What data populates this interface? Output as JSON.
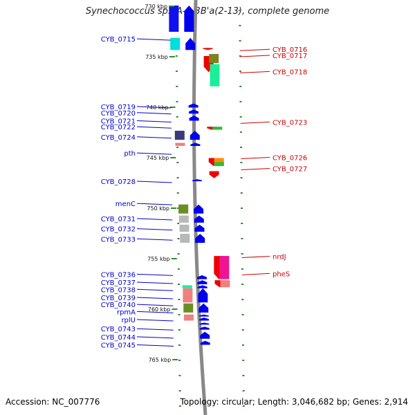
{
  "title": "Synechococcus sp. JA-2-3B'a(2-13), complete genome",
  "accession": "Accession: NC_007776",
  "summary": "Topology: circular; Length: 3,046,682 bp; Genes: 2,914",
  "colors": {
    "blue_label": "#0000cc",
    "red_label": "#cc0000",
    "backbone": "#888888",
    "tick": "#2e8b2e",
    "forward_gene": "#0000ee",
    "reverse_gene": "#ee0000"
  },
  "scale_labels": [
    {
      "text": "730 kbp",
      "kbp": 730
    },
    {
      "text": "735 kbp",
      "kbp": 735
    },
    {
      "text": "740 kbp",
      "kbp": 740
    },
    {
      "text": "745 kbp",
      "kbp": 745
    },
    {
      "text": "750 kbp",
      "kbp": 750
    },
    {
      "text": "755 kbp",
      "kbp": 755
    },
    {
      "text": "760 kbp",
      "kbp": 760
    },
    {
      "text": "765 kbp",
      "kbp": 765
    }
  ],
  "left_labels": [
    {
      "text": "CYB_0715",
      "kbp": 733.3
    },
    {
      "text": "CYB_0719",
      "kbp": 740.0
    },
    {
      "text": "CYB_0720",
      "kbp": 740.6
    },
    {
      "text": "CYB_0721",
      "kbp": 741.4
    },
    {
      "text": "CYB_0722",
      "kbp": 742.0
    },
    {
      "text": "CYB_0724",
      "kbp": 743.0
    },
    {
      "text": "pth",
      "kbp": 744.6
    },
    {
      "text": "CYB_0728",
      "kbp": 747.4
    },
    {
      "text": "menC",
      "kbp": 749.6
    },
    {
      "text": "CYB_0731",
      "kbp": 751.1
    },
    {
      "text": "CYB_0732",
      "kbp": 752.1
    },
    {
      "text": "CYB_0733",
      "kbp": 753.1
    },
    {
      "text": "CYB_0736",
      "kbp": 756.6
    },
    {
      "text": "CYB_0737",
      "kbp": 757.4
    },
    {
      "text": "CYB_0738",
      "kbp": 758.1
    },
    {
      "text": "CYB_0739",
      "kbp": 758.9
    },
    {
      "text": "CYB_0740",
      "kbp": 759.6
    },
    {
      "text": "rpmA",
      "kbp": 760.3
    },
    {
      "text": "rplU",
      "kbp": 761.1
    },
    {
      "text": "CYB_0743",
      "kbp": 762.0
    },
    {
      "text": "CYB_0744",
      "kbp": 762.8
    },
    {
      "text": "CYB_0745",
      "kbp": 763.6
    }
  ],
  "right_labels": [
    {
      "text": "CYB_0716",
      "kbp": 734.4
    },
    {
      "text": "CYB_0717",
      "kbp": 735.0
    },
    {
      "text": "CYB_0718",
      "kbp": 736.6
    },
    {
      "text": "CYB_0723",
      "kbp": 741.6
    },
    {
      "text": "CYB_0726",
      "kbp": 745.1
    },
    {
      "text": "CYB_0727",
      "kbp": 746.2
    },
    {
      "text": "nrdJ",
      "kbp": 754.9
    },
    {
      "text": "pheS",
      "kbp": 756.6
    }
  ],
  "tracks": {
    "forward_strand": {
      "color": "#0000ee",
      "genes": [
        {
          "start": 730.0,
          "end": 732.6
        },
        {
          "start": 733.2,
          "end": 734.4
        },
        {
          "start": 739.7,
          "end": 740.1
        },
        {
          "start": 740.3,
          "end": 740.7
        },
        {
          "start": 740.9,
          "end": 741.4
        },
        {
          "start": 742.4,
          "end": 743.3
        },
        {
          "start": 743.6,
          "end": 743.9
        },
        {
          "start": 747.2,
          "end": 747.4
        },
        {
          "start": 749.7,
          "end": 750.6
        },
        {
          "start": 750.8,
          "end": 751.5
        },
        {
          "start": 751.7,
          "end": 752.4
        },
        {
          "start": 752.6,
          "end": 753.5
        },
        {
          "start": 756.7,
          "end": 757.1
        },
        {
          "start": 757.2,
          "end": 757.6
        },
        {
          "start": 757.7,
          "end": 758.0
        },
        {
          "start": 758.0,
          "end": 759.4
        },
        {
          "start": 759.5,
          "end": 760.4
        },
        {
          "start": 760.6,
          "end": 760.8
        },
        {
          "start": 760.9,
          "end": 761.2
        },
        {
          "start": 761.4,
          "end": 761.6
        },
        {
          "start": 761.8,
          "end": 762.1
        },
        {
          "start": 762.3,
          "end": 763.0
        },
        {
          "start": 763.2,
          "end": 763.6
        }
      ]
    },
    "forward_function": {
      "genes": [
        {
          "start": 730.0,
          "end": 732.6,
          "color": "#1010ee"
        },
        {
          "start": 733.2,
          "end": 734.4,
          "color": "#00dddd"
        },
        {
          "start": 742.4,
          "end": 743.3,
          "color": "#3a3a7a"
        },
        {
          "start": 743.6,
          "end": 743.9,
          "color": "#f08080"
        },
        {
          "start": 749.7,
          "end": 750.6,
          "color": "#6b8e23"
        },
        {
          "start": 750.8,
          "end": 751.5,
          "color": "#b8b8b8"
        },
        {
          "start": 751.7,
          "end": 752.4,
          "color": "#b8b8b8"
        },
        {
          "start": 752.6,
          "end": 753.5,
          "color": "#b8b8b8"
        },
        {
          "start": 757.7,
          "end": 758.0,
          "color": "#1aee9a"
        },
        {
          "start": 758.0,
          "end": 759.4,
          "color": "#f08080"
        },
        {
          "start": 759.5,
          "end": 760.4,
          "color": "#6b8e23"
        },
        {
          "start": 760.6,
          "end": 761.2,
          "color": "#f08080"
        }
      ]
    },
    "reverse_strand": {
      "color": "#ee0000",
      "genes": [
        {
          "start": 734.2,
          "end": 734.4
        },
        {
          "start": 735.0,
          "end": 736.6
        },
        {
          "start": 742.0,
          "end": 742.3
        },
        {
          "start": 745.1,
          "end": 745.9
        },
        {
          "start": 746.4,
          "end": 747.1
        },
        {
          "start": 754.8,
          "end": 757.1
        },
        {
          "start": 757.2,
          "end": 757.9
        }
      ]
    },
    "reverse_function": {
      "genes": [
        {
          "start": 734.8,
          "end": 735.7,
          "color": "#808020"
        },
        {
          "start": 735.8,
          "end": 738.0,
          "color": "#1aee9a"
        },
        {
          "start": 742.0,
          "end": 742.3,
          "color": "#33bb33"
        },
        {
          "start": 745.1,
          "end": 745.7,
          "color": "#ff8c00"
        },
        {
          "start": 745.5,
          "end": 745.9,
          "color": "#33bb33"
        },
        {
          "start": 754.8,
          "end": 757.1,
          "color": "#ee1493"
        },
        {
          "start": 757.2,
          "end": 757.9,
          "color": "#f08080"
        }
      ]
    }
  }
}
